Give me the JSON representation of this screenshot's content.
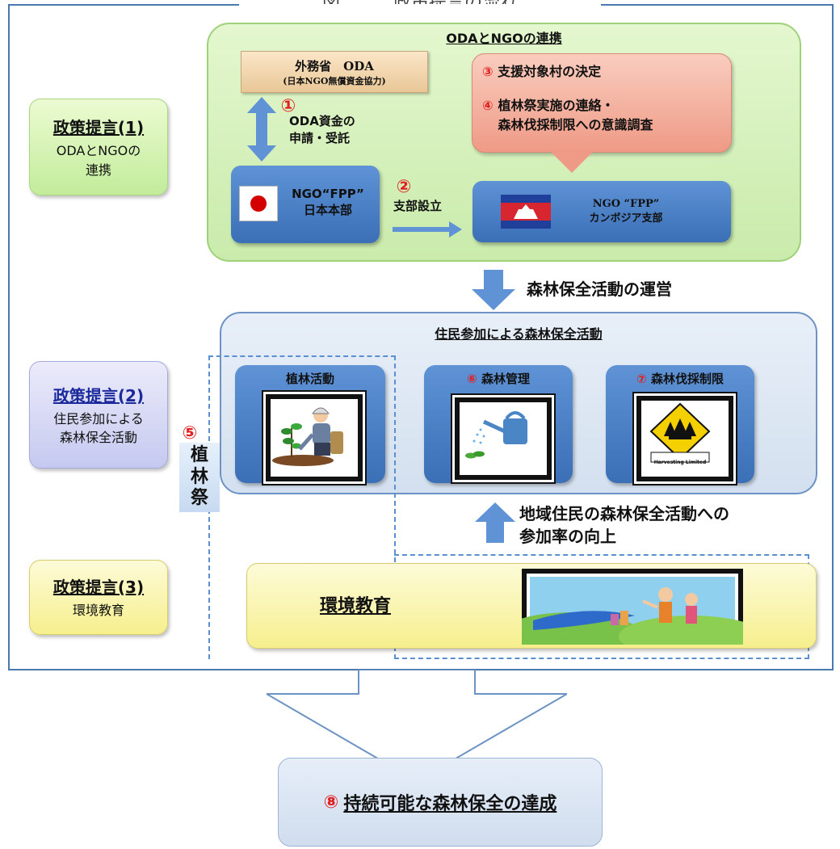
{
  "title": "図　　　政策提言の流れ",
  "policy_1": {
    "title": "政策提言(1)",
    "body": "ODAとNGOの\n連携"
  },
  "policy_2": {
    "title": "政策提言(2)",
    "body": "住民参加による\n森林保全活動"
  },
  "policy_3": {
    "title": "政策提言(3)",
    "body": "環境教育"
  },
  "section_oda": {
    "header": "ODAとNGOの連携",
    "mofa_line1": "外務省　ODA",
    "mofa_line2": "(日本NGO無償資金協力)",
    "step1_num": "①",
    "step1_text": "ODA資金の\n申請・受託",
    "step2_num": "②",
    "step2_text": "支部設立",
    "step3_num": "③",
    "step3_text": "支援対象村の決定",
    "step4_num": "④",
    "step4_text": "植林祭実施の連絡・\n森林伐採制限への意識調査",
    "ngo_japan": "NGO“FPP”\n日本本部",
    "ngo_cambodia": "NGO “FPP”\nカンボジア支部"
  },
  "forest_ops_label": "森林保全活動の運営",
  "section_forest": {
    "header": "住民参加による森林保全活動",
    "activity_1_title": "植林活動",
    "activity_2_num": "⑥",
    "activity_2_title": "森林管理",
    "activity_3_num": "⑦",
    "activity_3_title": "森林伐採制限",
    "sign_text": "Harvesting Limited"
  },
  "festival": {
    "num": "⑤",
    "label": "植\n林\n祭"
  },
  "participation_label": "地域住民の森林保全活動への\n参加率の向上",
  "env_title": "環境教育",
  "goal": {
    "num": "⑧",
    "text": "持続可能な森林保全の達成"
  },
  "colors": {
    "accent_blue": "#3b6fb6",
    "number_red": "#e02020",
    "dashed_blue": "#5a8fd0"
  }
}
